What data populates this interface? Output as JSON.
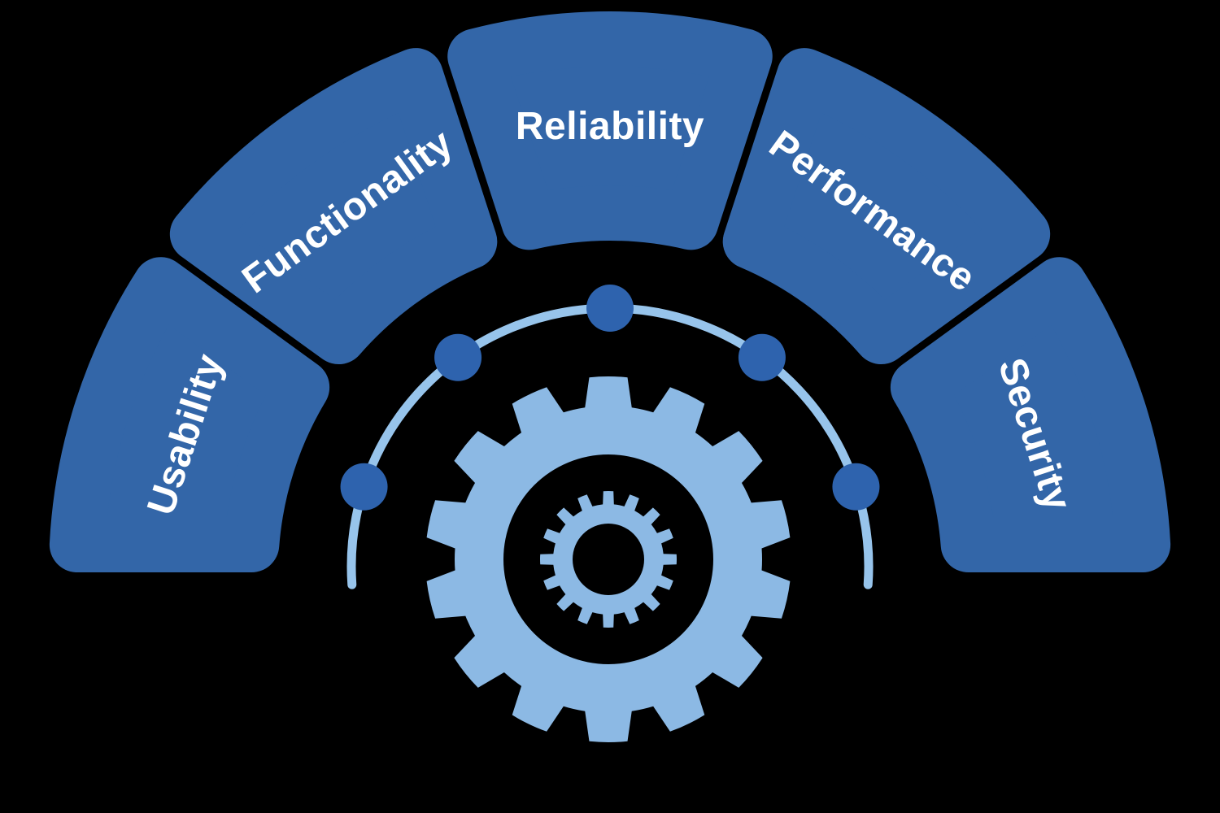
{
  "diagram": {
    "name": "software-quality-attributes",
    "background_color": "#000000",
    "colors": {
      "segment": "#3366a8",
      "label": "#ffffff",
      "arc": "#97c4eb",
      "dot": "#2e63ae",
      "gear": "#8cb9e4"
    },
    "segments": [
      {
        "label": "Usability"
      },
      {
        "label": "Functionality"
      },
      {
        "label": "Reliability"
      },
      {
        "label": "Performance"
      },
      {
        "label": "Security"
      }
    ],
    "arc_dot_count": 5,
    "center_icon": "gear-icon"
  }
}
